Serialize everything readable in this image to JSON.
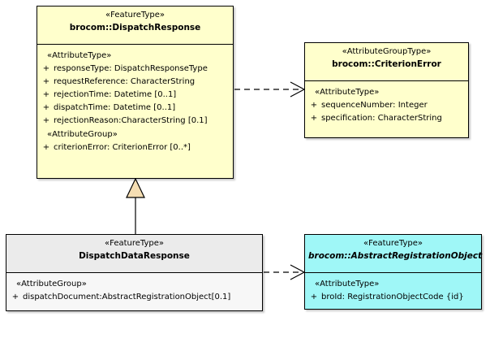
{
  "diagram": {
    "title": "UML class diagram",
    "background_color": "#ffffff"
  },
  "classes": {
    "dispatch_response": {
      "stereotype": "«FeatureType»",
      "name": "brocom::DispatchResponse",
      "fill_color": "#ffffcc",
      "sections": [
        {
          "label": "«AttributeType»",
          "attributes": [
            {
              "visibility": "+",
              "text": "responseType: DispatchResponseType"
            },
            {
              "visibility": "+",
              "text": "requestReference: CharacterString"
            },
            {
              "visibility": "+",
              "text": "rejectionTime: Datetime [0..1]"
            },
            {
              "visibility": "+",
              "text": "dispatchTime: Datetime [0..1]"
            },
            {
              "visibility": "+",
              "text": "rejectionReason:CharacterString [0.1]"
            }
          ]
        },
        {
          "label": "«AttributeGroup»",
          "attributes": [
            {
              "visibility": "+",
              "text": "criterionError: CriterionError [0..*]"
            }
          ]
        }
      ]
    },
    "criterion_error": {
      "stereotype": "«AttributeGroupType»",
      "name": "brocom::CriterionError",
      "fill_color": "#ffffcc",
      "sections": [
        {
          "label": "«AttributeType»",
          "attributes": [
            {
              "visibility": "+",
              "text": "sequenceNumber: Integer"
            },
            {
              "visibility": "+",
              "text": "specification: CharacterString"
            }
          ]
        }
      ]
    },
    "dispatch_data_response": {
      "stereotype": "«FeatureType»",
      "name": "DispatchDataResponse",
      "fill_color": "#f7f7f7",
      "sections": [
        {
          "label": "«AttributeGroup»",
          "attributes": [
            {
              "visibility": "+",
              "text": "dispatchDocument:AbstractRegistrationObject[0.1]"
            }
          ]
        }
      ]
    },
    "abstract_registration_object": {
      "stereotype": "«FeatureType»",
      "name": "brocom::AbstractRegistrationObject",
      "fill_color": "#9ff7f7",
      "abstract": true,
      "sections": [
        {
          "label": "«AttributeType»",
          "attributes": [
            {
              "visibility": "+",
              "text": "broId: RegistrationObjectCode {id}"
            }
          ]
        }
      ]
    }
  },
  "relationships": [
    {
      "id": "dependency-dispatchresponse-criterionerror",
      "type": "dependency",
      "style": "dashed-open-arrow",
      "from": "brocom::DispatchResponse",
      "to": "brocom::CriterionError"
    },
    {
      "id": "generalization-dispatchdataresponse-dispatchresponse",
      "type": "generalization",
      "style": "solid-hollow-triangle",
      "from": "DispatchDataResponse",
      "to": "brocom::DispatchResponse",
      "arrow_fill_color": "#f5deb3"
    },
    {
      "id": "dependency-dispatchdataresponse-abstractregistrationobject",
      "type": "dependency",
      "style": "dashed-open-arrow",
      "from": "DispatchDataResponse",
      "to": "brocom::AbstractRegistrationObject"
    }
  ]
}
